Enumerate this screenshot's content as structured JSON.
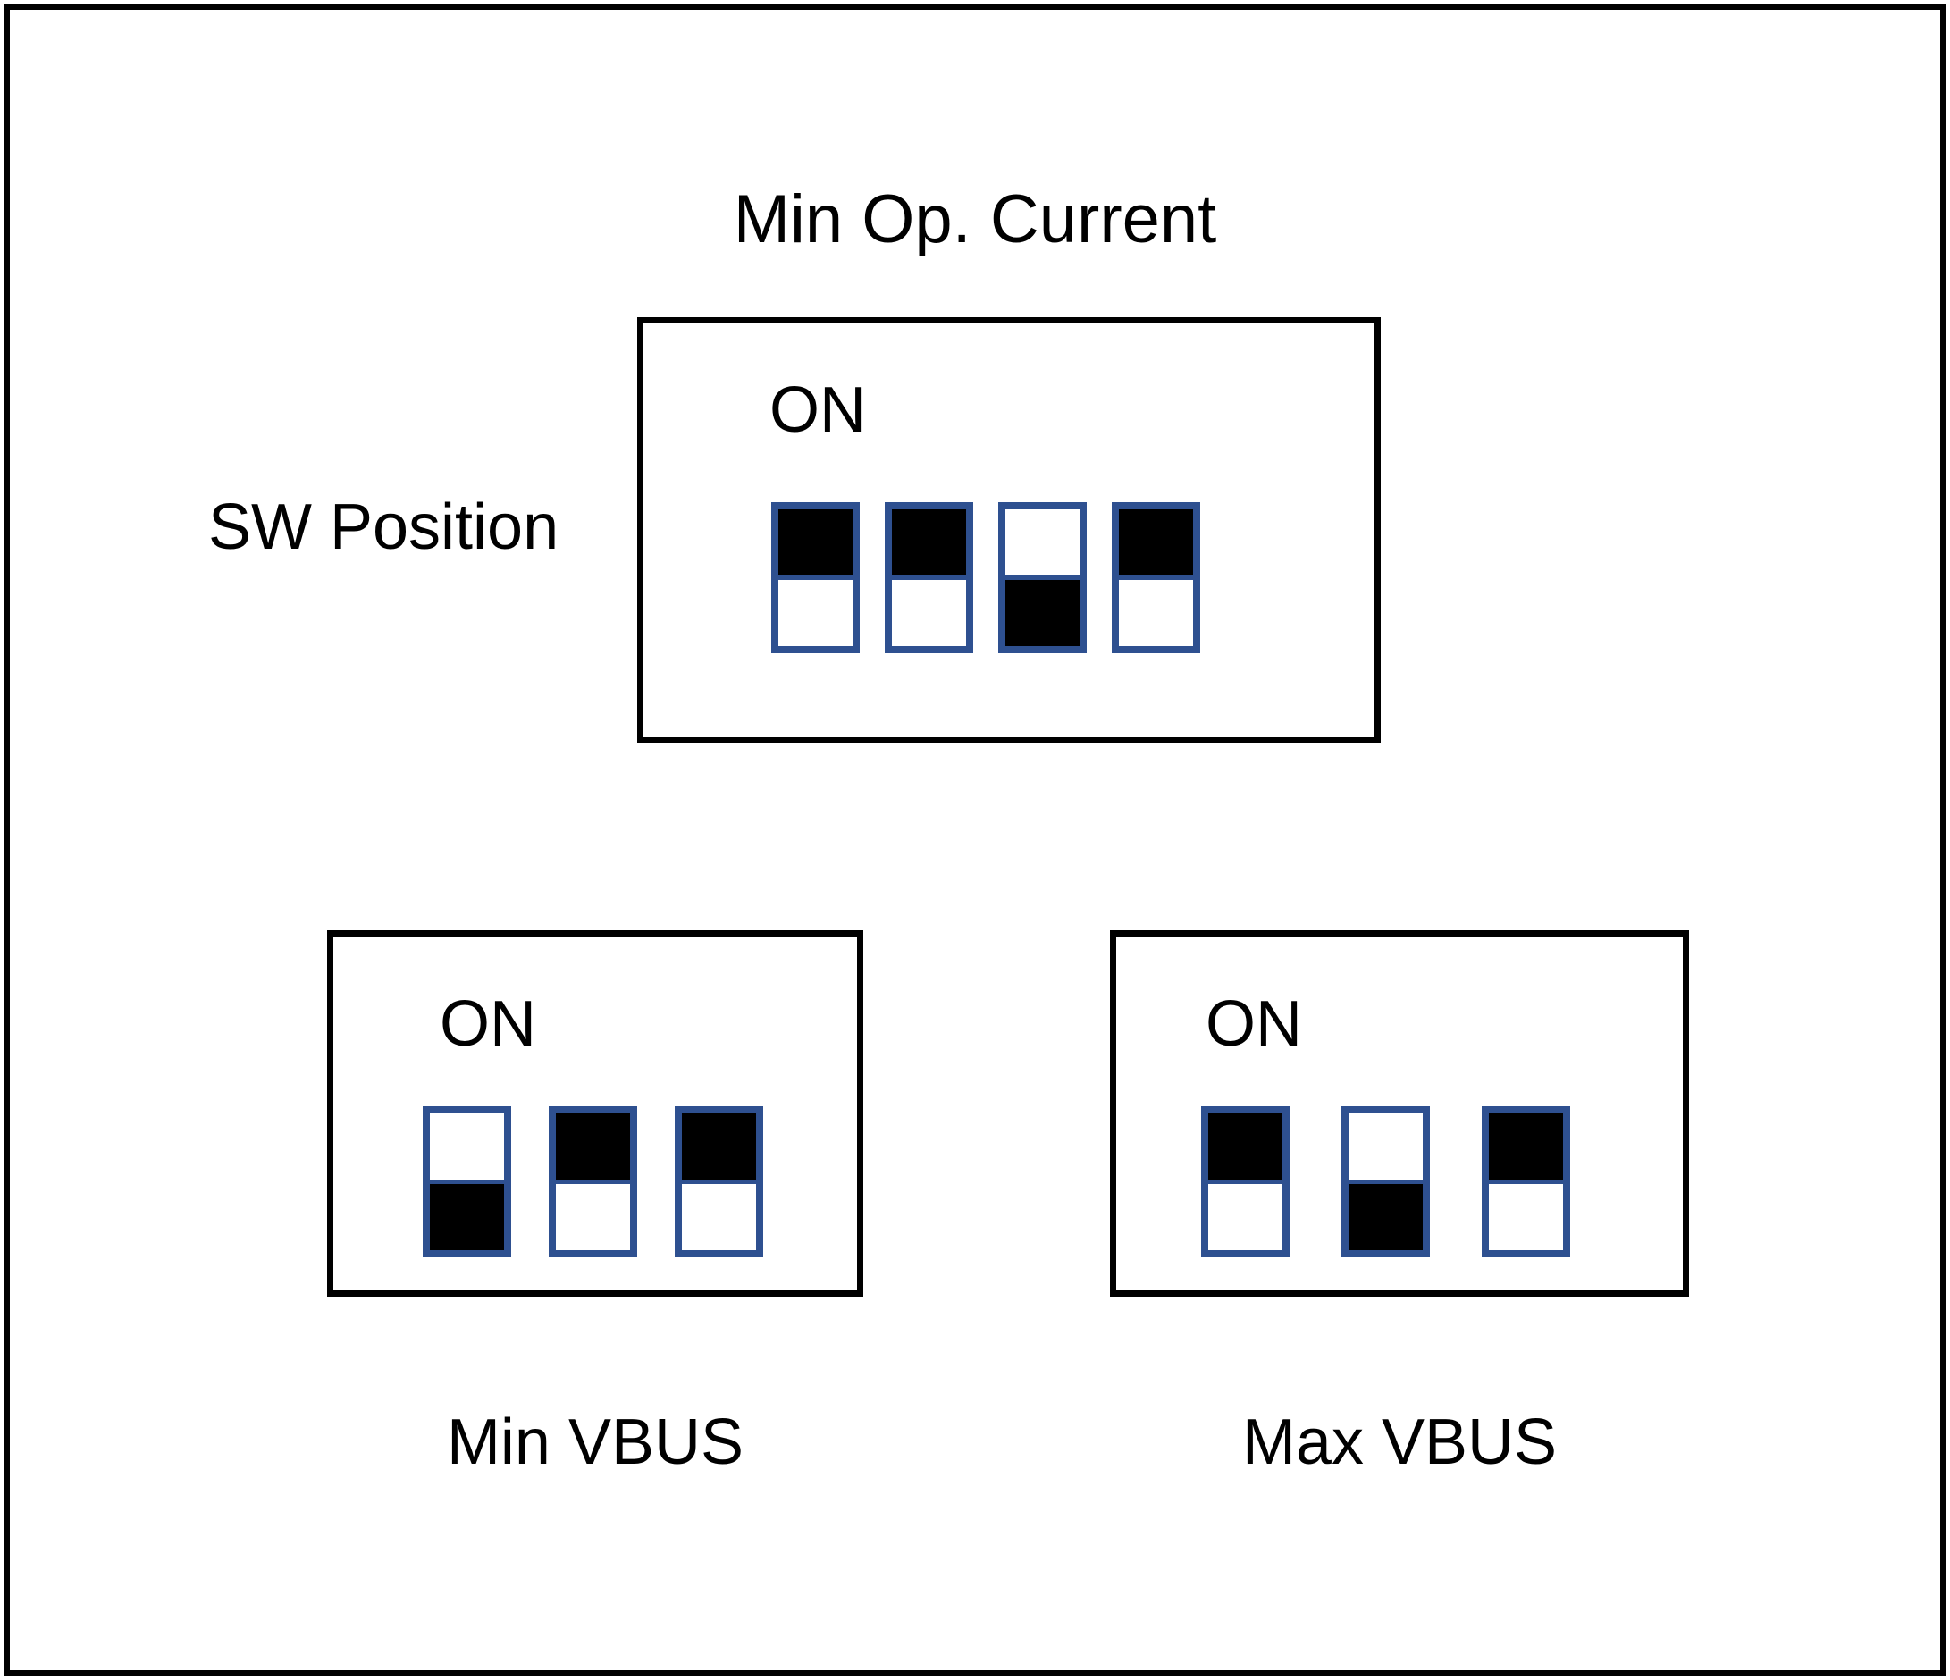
{
  "figure": {
    "title": "Min Op. Current",
    "row_label": "SW Position",
    "on_label": "ON",
    "accent_color": "#2e5090",
    "filled_color": "#000000",
    "frame_color": "#000000",
    "background_color": "#ffffff"
  },
  "banks": [
    {
      "id": "min-op-current",
      "caption_above": "Min Op. Current",
      "caption_below": "",
      "on_label": "ON",
      "switch_count": 4,
      "switches": [
        {
          "index": 1,
          "state": "ON",
          "filled_half": "top"
        },
        {
          "index": 2,
          "state": "ON",
          "filled_half": "top"
        },
        {
          "index": 3,
          "state": "OFF",
          "filled_half": "bottom"
        },
        {
          "index": 4,
          "state": "ON",
          "filled_half": "top"
        }
      ]
    },
    {
      "id": "min-vbus",
      "caption_above": "",
      "caption_below": "Min VBUS",
      "on_label": "ON",
      "switch_count": 3,
      "switches": [
        {
          "index": 1,
          "state": "OFF",
          "filled_half": "bottom"
        },
        {
          "index": 2,
          "state": "ON",
          "filled_half": "top"
        },
        {
          "index": 3,
          "state": "ON",
          "filled_half": "top"
        }
      ]
    },
    {
      "id": "max-vbus",
      "caption_above": "",
      "caption_below": "Max VBUS",
      "on_label": "ON",
      "switch_count": 3,
      "switches": [
        {
          "index": 1,
          "state": "ON",
          "filled_half": "top"
        },
        {
          "index": 2,
          "state": "OFF",
          "filled_half": "bottom"
        },
        {
          "index": 3,
          "state": "ON",
          "filled_half": "top"
        }
      ]
    }
  ]
}
